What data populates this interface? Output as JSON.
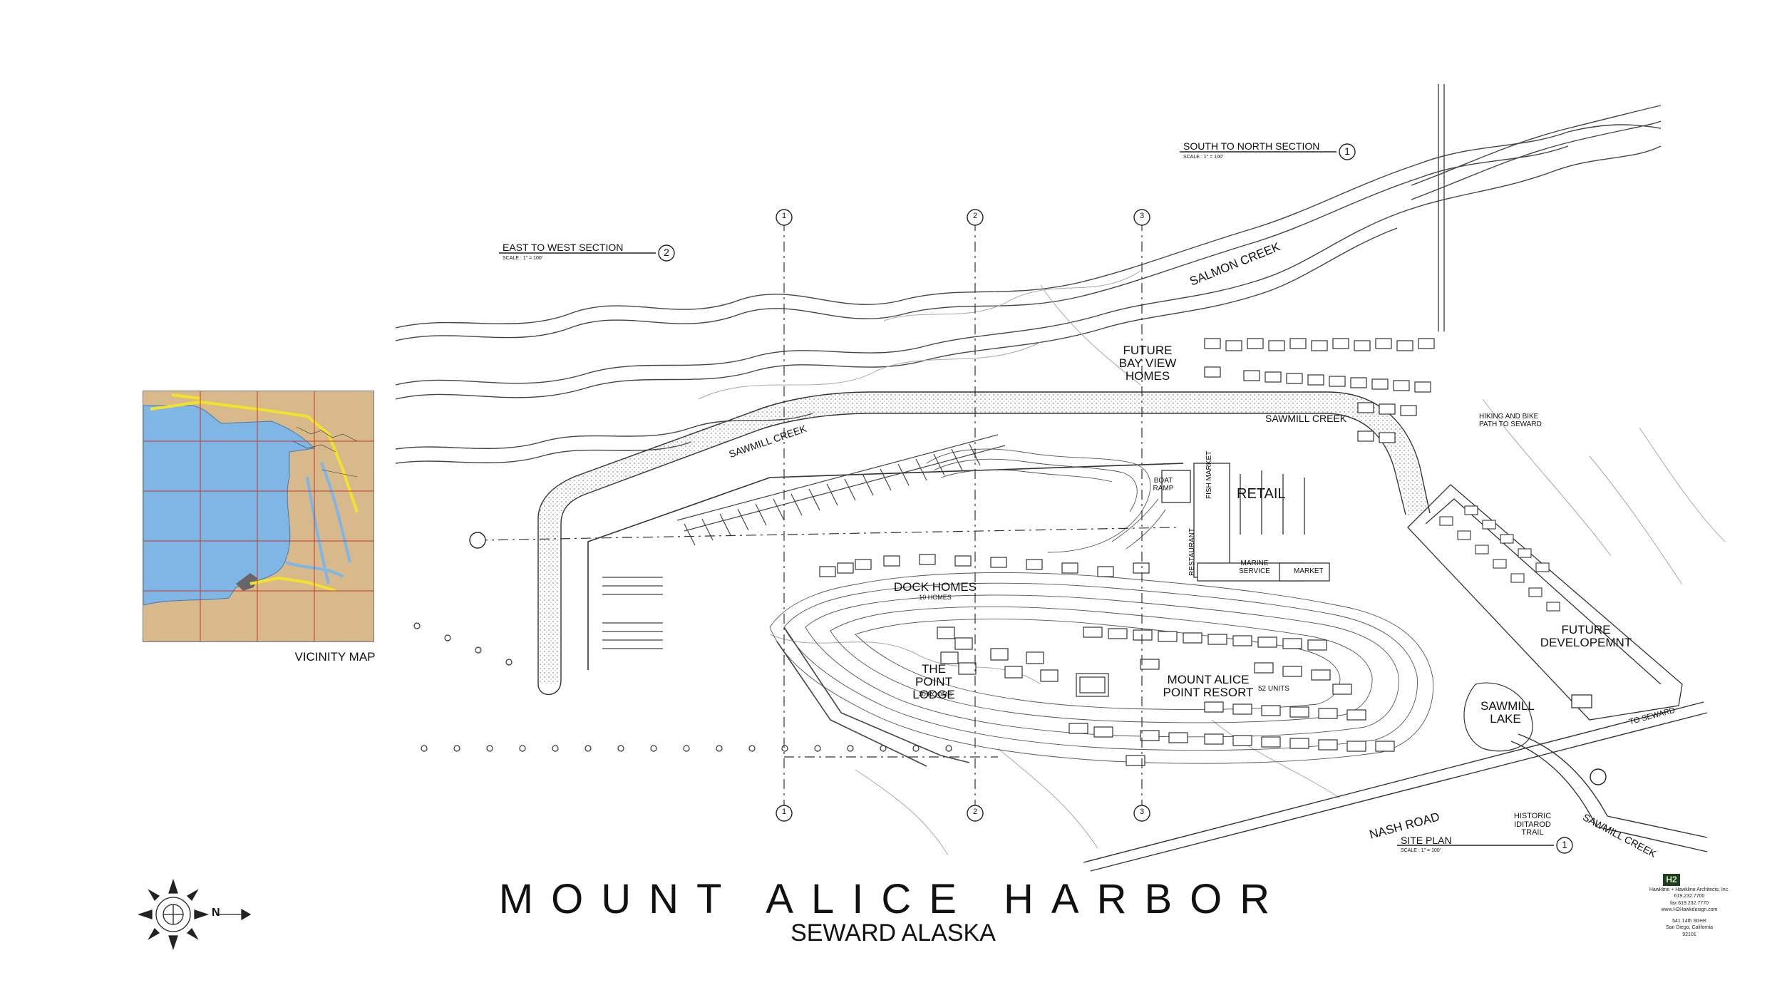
{
  "title": "MOUNT ALICE HARBOR",
  "subtitle": "SEWARD ALASKA",
  "vicinity_map_label": "VICINITY MAP",
  "sections": {
    "south_north": {
      "label": "SOUTH TO NORTH SECTION",
      "scale": "SCALE : 1\" = 100'",
      "number": "1"
    },
    "east_west": {
      "label": "EAST TO WEST SECTION",
      "scale": "SCALE : 1\" = 100'",
      "number": "2"
    },
    "site_plan": {
      "label": "SITE PLAN",
      "scale": "SCALE : 1\" = 100'",
      "number": "1"
    }
  },
  "section_markers": [
    "1",
    "2",
    "3"
  ],
  "map_labels": {
    "salmon_creek": "SALMON CREEK",
    "sawmill_creek_west": "SAWMILL CREEK",
    "sawmill_creek_east": "SAWMILL CREEK",
    "sawmill_creek_south": "SAWMILL CREEK",
    "future_bay_view": "FUTURE BAY VIEW HOMES",
    "hiking_path": "HIKING AND BIKE PATH TO SEWARD",
    "boat_ramp": "BOAT RAMP",
    "fish_market": "FISH MARKET",
    "retail": "RETAIL",
    "restaurant": "RESTAURANT",
    "marine_service": "MARINE SERVICE",
    "market": "MARKET",
    "dock_homes": "DOCK HOMES",
    "dock_homes_units": "10 HOMES",
    "point_lodge": "THE POINT LODGE",
    "point_lodge_rooms": "30 ROOMS",
    "resort": "MOUNT ALICE POINT RESORT",
    "resort_units": "52 UNITS",
    "future_development": "FUTURE DEVELOPEMNT",
    "sawmill_lake": "SAWMILL LAKE",
    "to_seward": "TO SEWARD",
    "nash_road": "NASH ROAD",
    "iditarod": "HISTORIC IDITAROD TRAIL"
  },
  "compass": {
    "north_letter": "N",
    "icon": "compass-rose-icon"
  },
  "firm": {
    "logo": "H2",
    "name": "Hawkline + Hawkline Architects, Inc.",
    "phone": "619.232.7700",
    "fax": "fax 619.232.7770",
    "web": "www.H2Hawkdesign.com",
    "street": "541 14th Street",
    "city": "San Diego, California",
    "zip": "92101"
  },
  "colors": {
    "line": "#222222",
    "light_line": "#9a9a9a",
    "breakwater": "#b8b8b8",
    "water": "#7fb6e6",
    "land": "#d8b98b",
    "road_yellow": "#f2e32a",
    "h2_green": "#1f3d1f"
  }
}
